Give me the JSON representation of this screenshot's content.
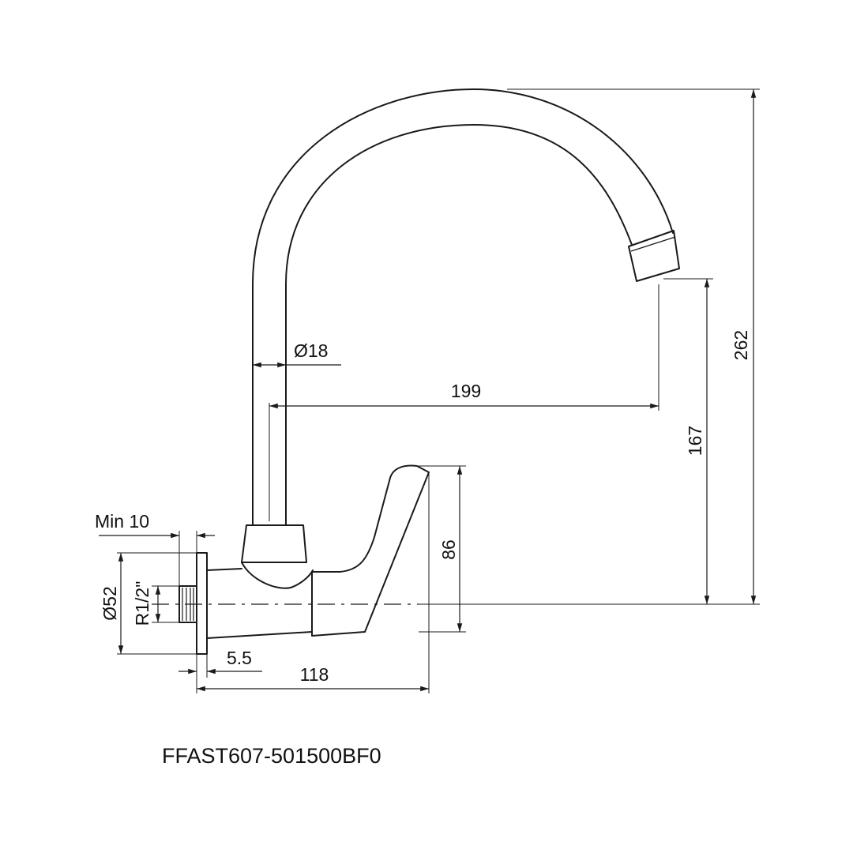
{
  "model_code": "FFAST607-501500BF0",
  "dimensions": {
    "pipe_diameter": "Ø18",
    "spout_reach": "199",
    "total_height": "262",
    "outlet_height": "167",
    "handle_height": "86",
    "min_wall": "Min 10",
    "flange_diameter": "Ø52",
    "thread": "R1/2\"",
    "flange_thickness": "5.5",
    "body_length": "118"
  }
}
